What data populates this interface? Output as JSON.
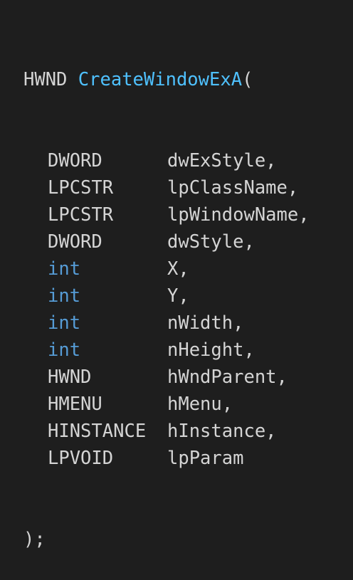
{
  "signature": {
    "return_type": "HWND",
    "function_name": "CreateWindowExA",
    "open_paren": "(",
    "close": ");"
  },
  "params": [
    {
      "type": "DWORD",
      "name": "dwExStyle,",
      "builtin": false
    },
    {
      "type": "LPCSTR",
      "name": "lpClassName,",
      "builtin": false
    },
    {
      "type": "LPCSTR",
      "name": "lpWindowName,",
      "builtin": false
    },
    {
      "type": "DWORD",
      "name": "dwStyle,",
      "builtin": false
    },
    {
      "type": "int",
      "name": "X,",
      "builtin": true
    },
    {
      "type": "int",
      "name": "Y,",
      "builtin": true
    },
    {
      "type": "int",
      "name": "nWidth,",
      "builtin": true
    },
    {
      "type": "int",
      "name": "nHeight,",
      "builtin": true
    },
    {
      "type": "HWND",
      "name": "hWndParent,",
      "builtin": false
    },
    {
      "type": "HMENU",
      "name": "hMenu,",
      "builtin": false
    },
    {
      "type": "HINSTANCE",
      "name": "hInstance,",
      "builtin": false
    },
    {
      "type": "LPVOID",
      "name": "lpParam",
      "builtin": false
    }
  ],
  "colors": {
    "background": "#1e1e1e",
    "text": "#d4d4d4",
    "function_name": "#4fc1ff",
    "builtin_type": "#569cd6"
  }
}
